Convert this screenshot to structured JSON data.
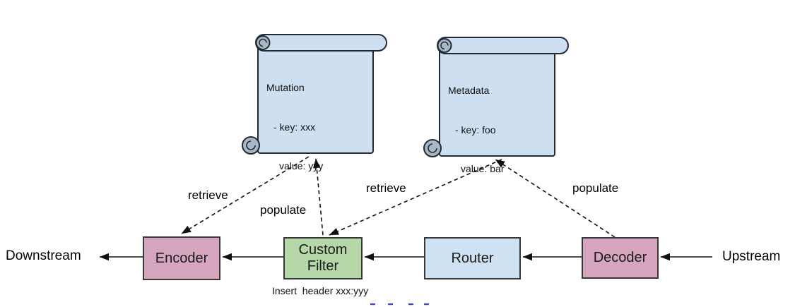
{
  "diagram": {
    "scrolls": [
      {
        "id": "mutation",
        "title": "Mutation",
        "key_line": "- key: xxx",
        "value_line": "value: yyy"
      },
      {
        "id": "metadata",
        "title": "Metadata",
        "key_line": "- key: foo",
        "value_line": "value: bar"
      }
    ],
    "nodes": [
      {
        "id": "encoder",
        "label": "Encoder",
        "fill": "#d5a6bd"
      },
      {
        "id": "custom-filter",
        "label": "Custom Filter",
        "fill": "#b6d7a8"
      },
      {
        "id": "router",
        "label": "Router",
        "fill": "#cfe2f3"
      },
      {
        "id": "decoder",
        "label": "Decoder",
        "fill": "#d5a6bd"
      }
    ],
    "endpoints": {
      "downstream": "Downstream",
      "upstream": "Upstream"
    },
    "dashed_edges": [
      {
        "label": "retrieve",
        "from": "Mutation",
        "to": "Encoder"
      },
      {
        "label": "populate",
        "from": "Custom Filter",
        "to": "Mutation"
      },
      {
        "label": "retrieve",
        "from": "Metadata",
        "to": "Custom Filter"
      },
      {
        "label": "populate",
        "from": "Decoder",
        "to": "Metadata"
      }
    ],
    "flow_edges": [
      {
        "from": "Upstream",
        "to": "Decoder"
      },
      {
        "from": "Decoder",
        "to": "Router"
      },
      {
        "from": "Router",
        "to": "Custom Filter"
      },
      {
        "from": "Custom Filter",
        "to": "Encoder"
      },
      {
        "from": "Encoder",
        "to": "Downstream"
      }
    ],
    "note": "Insert  header xxx:yyy",
    "colors": {
      "scroll_fill": "#cddff1",
      "scroll_curl": "#a9b8c6",
      "outline": "#222b33",
      "box_border": "#383838",
      "pink": "#d5a6bd",
      "green": "#b6d7a8",
      "blue": "#cfe2f3",
      "arrow": "#111111",
      "artifact_blue": "#3f51b5"
    }
  }
}
